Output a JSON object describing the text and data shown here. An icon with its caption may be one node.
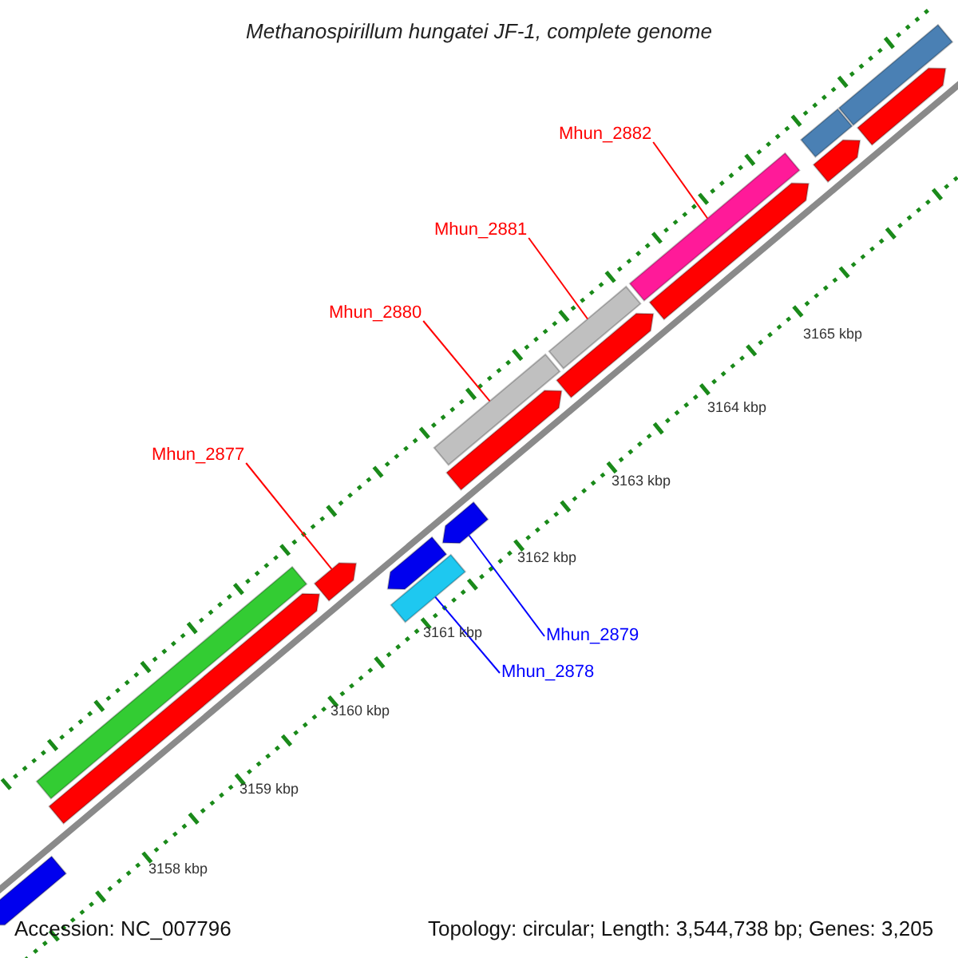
{
  "diagram": {
    "title": "Methanospirillum hungatei JF-1, complete genome",
    "nodes": [
      {
        "text": [
          "Mhun_2882"
        ]
      },
      {
        "text": [
          "Mhun_2881"
        ]
      },
      {
        "text": [
          "Mhun_2880"
        ]
      },
      {
        "text": [
          "Mhun_2877"
        ]
      },
      {
        "text": [
          "Mhun_2879"
        ]
      },
      {
        "text": [
          "Mhun_2878"
        ]
      },
      {
        "text": [],
        "shape": "bar"
      },
      {
        "text": [],
        "shape": "bar"
      },
      {
        "text": [],
        "shape": "bar"
      },
      {
        "text": [],
        "shape": "bar"
      },
      {
        "text": [],
        "shape": "bar"
      },
      {
        "text": [],
        "shape": "bar"
      },
      {
        "text": [],
        "shape": "bar"
      },
      {
        "text": [],
        "shape": "bar"
      },
      {
        "text": [],
        "shape": "bar"
      },
      {
        "text": [],
        "shape": "bar"
      },
      {
        "text": [],
        "shape": "bar"
      },
      {
        "text": [],
        "shape": "bar"
      },
      {
        "text": [],
        "shape": "bar"
      },
      {
        "text": [],
        "shape": "bar"
      },
      {
        "text": [],
        "shape": "bar"
      },
      {
        "text": [],
        "shape": "bar"
      },
      {
        "text": [],
        "shape": "bar"
      }
    ],
    "edges": [
      {
        "from": 0,
        "to": 18,
        "arrow": "none"
      },
      {
        "from": 1,
        "to": 16,
        "arrow": "none"
      },
      {
        "from": 2,
        "to": 14,
        "arrow": "none"
      },
      {
        "from": 3,
        "to": 9,
        "arrow": "none"
      },
      {
        "from": 4,
        "to": 12,
        "arrow": "none",
        "color": "#0000ff"
      },
      {
        "from": 5,
        "to": 10,
        "arrow": "none",
        "color": "#0000ff"
      }
    ],
    "labels": [
      "3165 kbp",
      "3164 kbp",
      "3163 kbp",
      "3162 kbp",
      "3161 kbp",
      "3160 kbp",
      "3159 kbp",
      "3158 kbp",
      "Accession: NC_007796",
      "Topology: circular; Length: 3,544,738 bp; Genes: 3,205"
    ]
  }
}
